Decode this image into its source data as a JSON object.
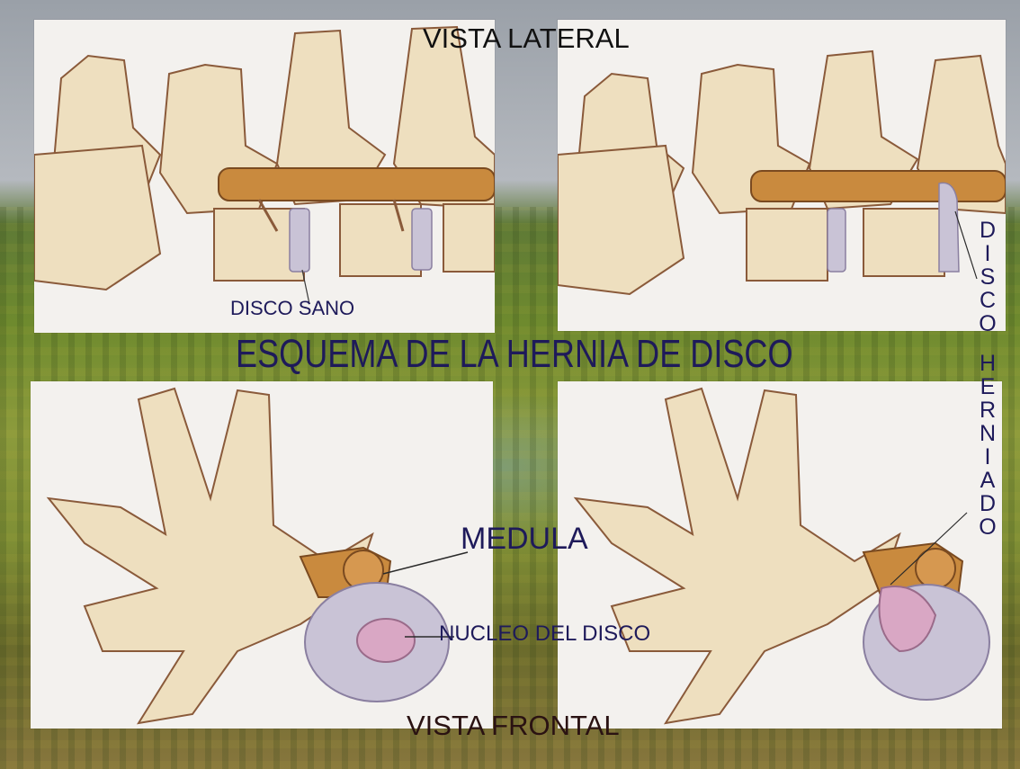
{
  "labels": {
    "top_title": "VISTA LATERAL",
    "main_title": "ESQUEMA DE LA HERNIA DE DISCO",
    "healthy_disc": "DISCO SANO",
    "herniated_disc_word1": [
      "D",
      "I",
      "S",
      "C",
      "O"
    ],
    "herniated_disc_word2": [
      "H",
      "E",
      "R",
      "N",
      "I",
      "A",
      "D",
      "O"
    ],
    "spinal_cord": "MEDULA",
    "disc_nucleus": "NUCLEO DEL DISCO",
    "bottom_title": "VISTA FRONTAL"
  },
  "colors": {
    "label_text": "#1e1a5a",
    "bone": "#eedfbf",
    "bone_outline": "#8a5a3a",
    "spinal_cord": "#c98a3e",
    "disc": "#c9c3d6",
    "nucleus": "#d9a7c4"
  }
}
